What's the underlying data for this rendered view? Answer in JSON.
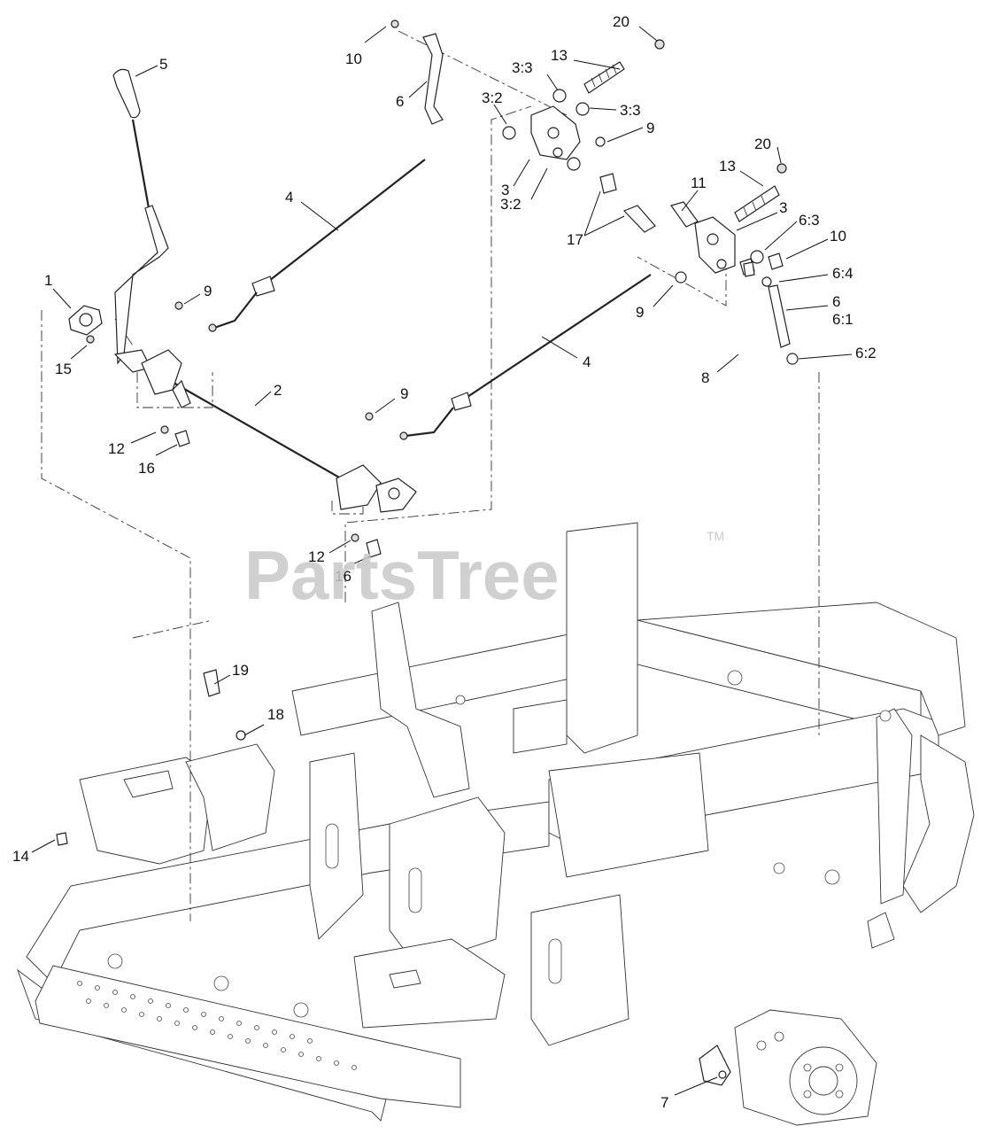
{
  "watermark": {
    "text": "PartsTree",
    "trademark": "TM"
  },
  "callouts": [
    {
      "id": "c10a",
      "label": "10"
    },
    {
      "id": "c20a",
      "label": "20"
    },
    {
      "id": "c5",
      "label": "5"
    },
    {
      "id": "c13a",
      "label": "13"
    },
    {
      "id": "c33a",
      "label": "3:3"
    },
    {
      "id": "c6a",
      "label": "6"
    },
    {
      "id": "c32a",
      "label": "3:2"
    },
    {
      "id": "c33b",
      "label": "3:3"
    },
    {
      "id": "c9a",
      "label": "9"
    },
    {
      "id": "c20b",
      "label": "20"
    },
    {
      "id": "c3a",
      "label": "3"
    },
    {
      "id": "c13b",
      "label": "13"
    },
    {
      "id": "c4a",
      "label": "4"
    },
    {
      "id": "c11",
      "label": "11"
    },
    {
      "id": "c32b",
      "label": "3:2"
    },
    {
      "id": "c3b",
      "label": "3"
    },
    {
      "id": "c63",
      "label": "6:3"
    },
    {
      "id": "c17",
      "label": "17"
    },
    {
      "id": "c10b",
      "label": "10"
    },
    {
      "id": "c1",
      "label": "1"
    },
    {
      "id": "c9b",
      "label": "9"
    },
    {
      "id": "c64",
      "label": "6:4"
    },
    {
      "id": "c6b",
      "label": "6"
    },
    {
      "id": "c61",
      "label": "6:1"
    },
    {
      "id": "c9c",
      "label": "9"
    },
    {
      "id": "c15",
      "label": "15"
    },
    {
      "id": "c4b",
      "label": "4"
    },
    {
      "id": "c62",
      "label": "6:2"
    },
    {
      "id": "c8",
      "label": "8"
    },
    {
      "id": "c2",
      "label": "2"
    },
    {
      "id": "c9d",
      "label": "9"
    },
    {
      "id": "c12a",
      "label": "12"
    },
    {
      "id": "c16a",
      "label": "16"
    },
    {
      "id": "c12b",
      "label": "12"
    },
    {
      "id": "c16b",
      "label": "16"
    },
    {
      "id": "c19",
      "label": "19"
    },
    {
      "id": "c18",
      "label": "18"
    },
    {
      "id": "c14",
      "label": "14"
    },
    {
      "id": "c7",
      "label": "7"
    }
  ]
}
